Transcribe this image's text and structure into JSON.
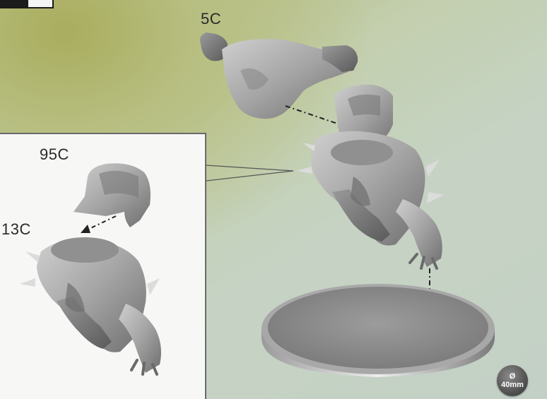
{
  "parts": {
    "torso": "5C",
    "head_plate": "95C",
    "body": "13C"
  },
  "base": {
    "symbol": "Ø",
    "size": "40mm"
  },
  "colors": {
    "background_top": "#aeb26c",
    "background_bottom": "#c3d0c5",
    "inset_fill": "#f7f8f6",
    "part_grey": "#a3a3a3",
    "base_grey": "#8d8d8d",
    "badge": "#4a4a4a"
  }
}
